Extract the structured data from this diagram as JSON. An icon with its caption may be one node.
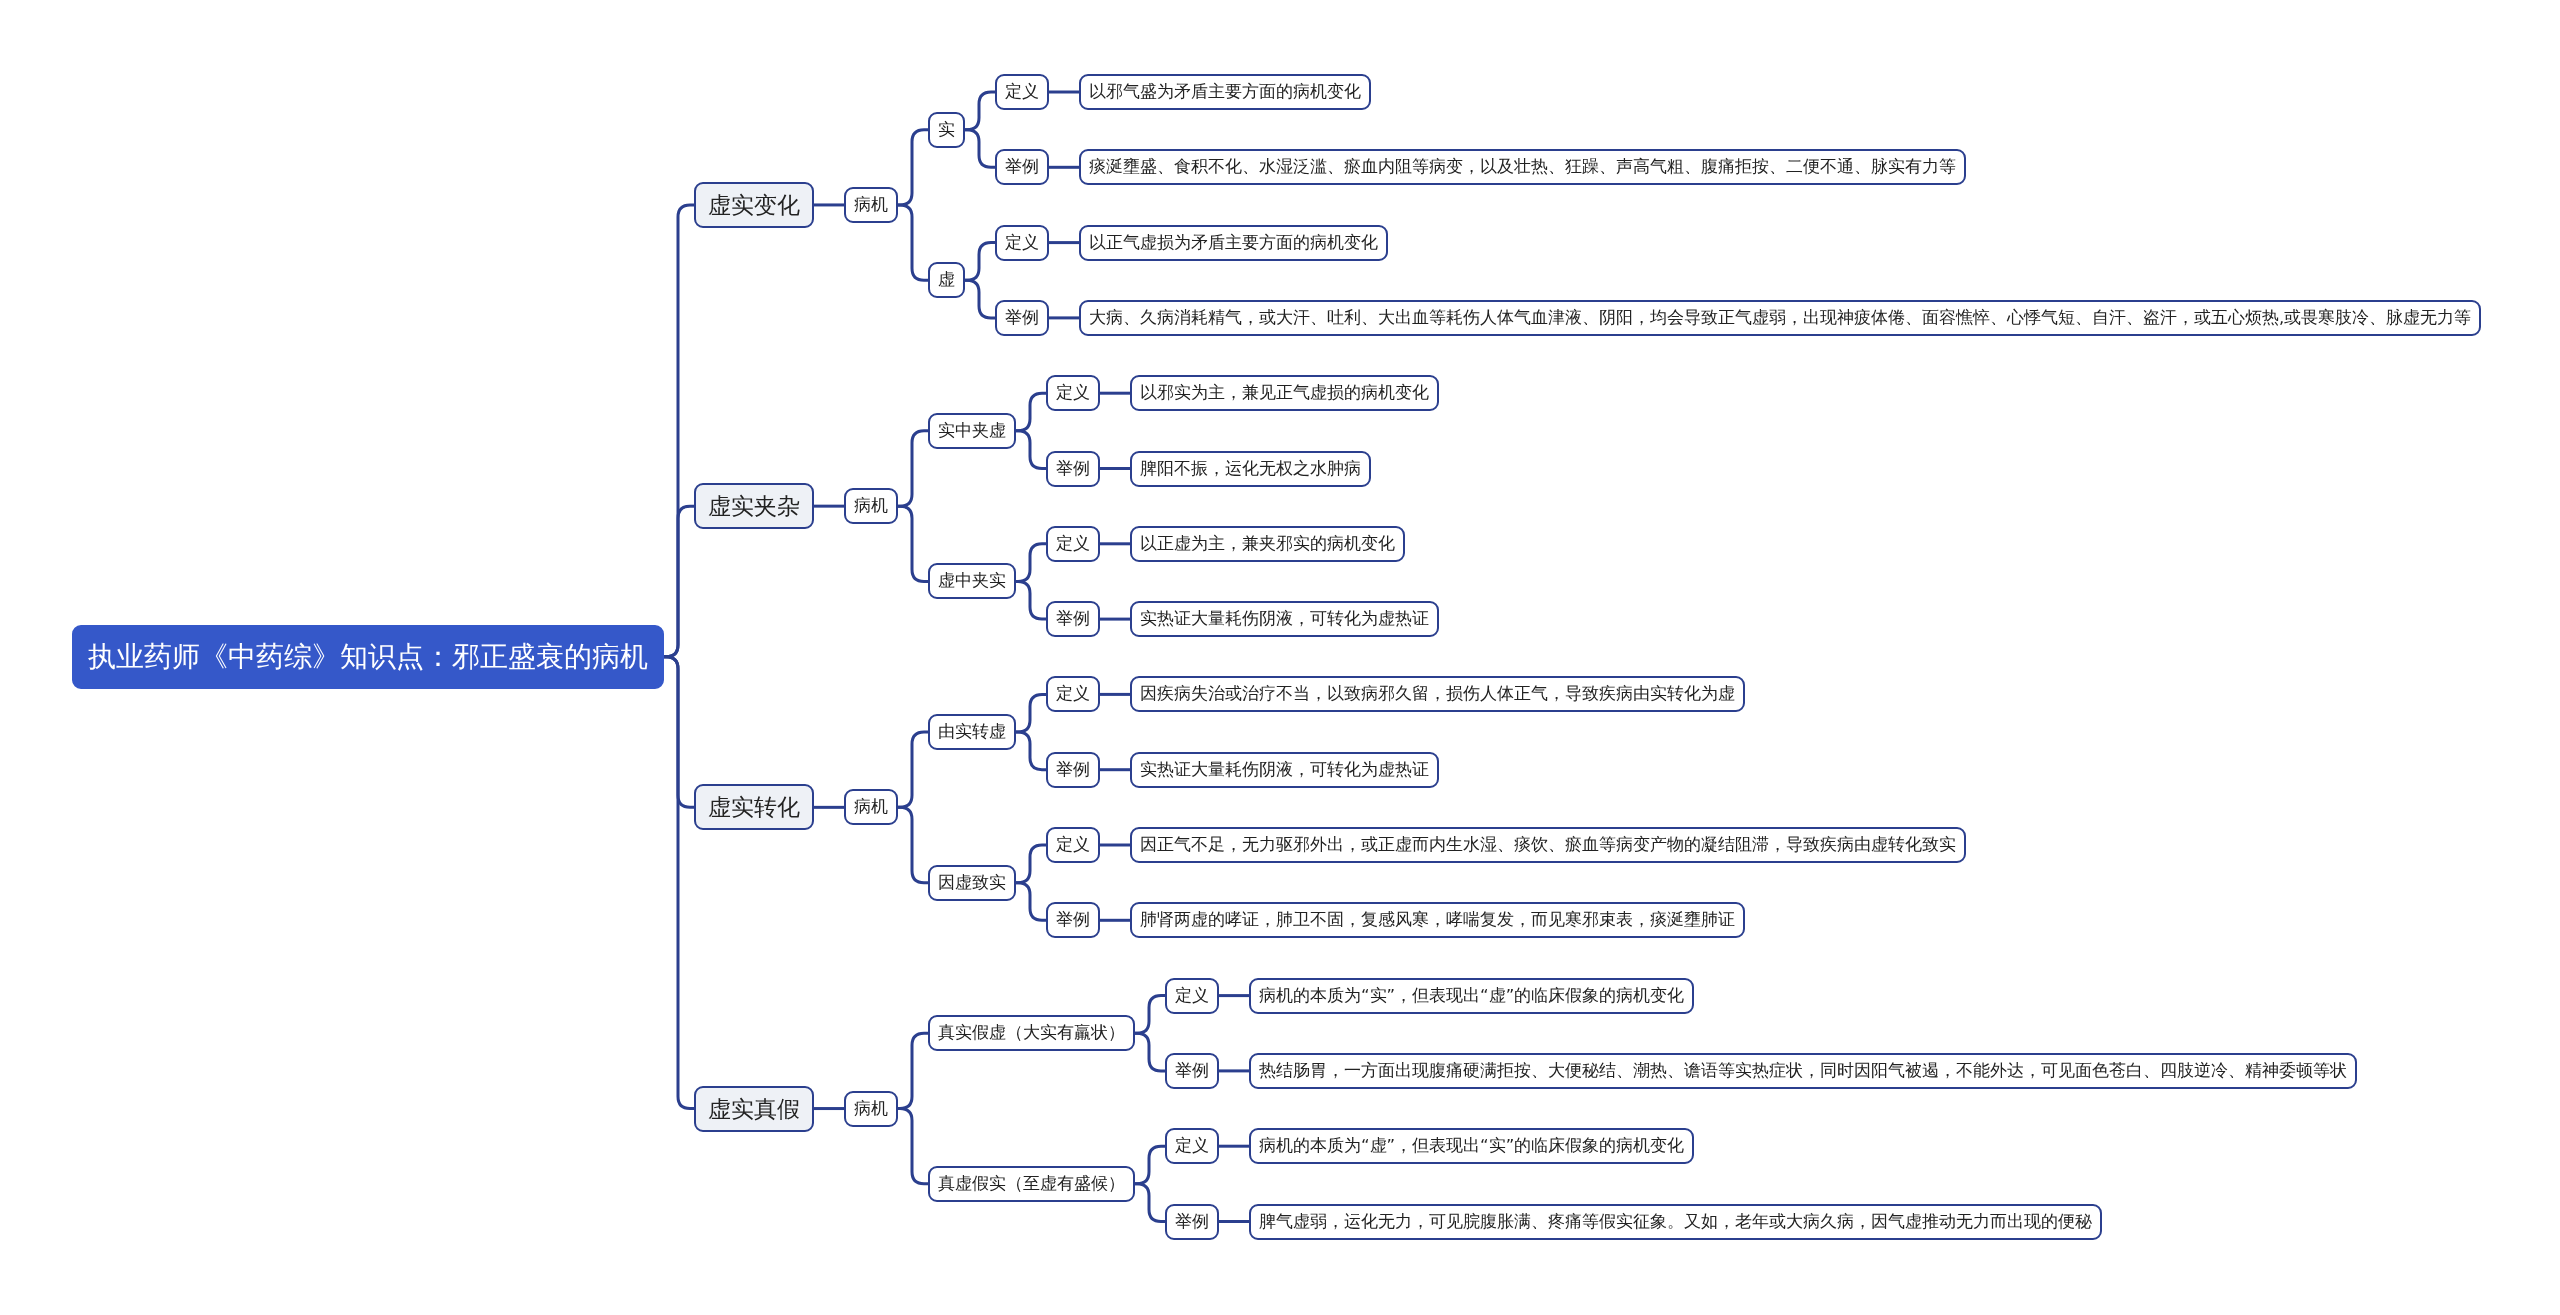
{
  "diagram": {
    "nodes": [
      {
        "text": [
          "执业药师《中药综》知识点：邪正盛衰的病机"
        ]
      },
      {
        "text": [
          "虚实变化"
        ]
      },
      {
        "text": [
          "病机"
        ]
      },
      {
        "text": [
          "实"
        ]
      },
      {
        "text": [
          "定义"
        ]
      },
      {
        "text": [
          "以邪气盛为矛盾主要方面的病机变化"
        ]
      },
      {
        "text": [
          "举例"
        ]
      },
      {
        "text": [
          "痰涎壅盛、食积不化、水湿泛滥、瘀血内阻等病变，以及壮热、狂躁、声高气粗、腹痛拒按、二便不通、脉实有力等"
        ]
      },
      {
        "text": [
          "虚"
        ]
      },
      {
        "text": [
          "定义"
        ]
      },
      {
        "text": [
          "以正气虚损为矛盾主要方面的病机变化"
        ]
      },
      {
        "text": [
          "举例"
        ]
      },
      {
        "text": [
          "大病、久病消耗精气，或大汗、吐利、大出血等耗伤人体气血津液、阴阳，均会导致正气虚弱，出现神疲体倦、面容憔悴、心悸气短、自汗、盗汗，或五心烦热,或畏寒肢冷、脉虚无力等"
        ]
      },
      {
        "text": [
          "虚实夹杂"
        ]
      },
      {
        "text": [
          "病机"
        ]
      },
      {
        "text": [
          "实中夹虚"
        ]
      },
      {
        "text": [
          "定义"
        ]
      },
      {
        "text": [
          "以邪实为主，兼见正气虚损的病机变化"
        ]
      },
      {
        "text": [
          "举例"
        ]
      },
      {
        "text": [
          "脾阳不振，运化无权之水肿病"
        ]
      },
      {
        "text": [
          "虚中夹实"
        ]
      },
      {
        "text": [
          "定义"
        ]
      },
      {
        "text": [
          "以正虚为主，兼夹邪实的病机变化"
        ]
      },
      {
        "text": [
          "举例"
        ]
      },
      {
        "text": [
          "实热证大量耗伤阴液，可转化为虚热证"
        ]
      },
      {
        "text": [
          "虚实转化"
        ]
      },
      {
        "text": [
          "病机"
        ]
      },
      {
        "text": [
          "由实转虚"
        ]
      },
      {
        "text": [
          "定义"
        ]
      },
      {
        "text": [
          "因疾病失治或治疗不当，以致病邪久留，损伤人体正气，导致疾病由实转化为虚"
        ]
      },
      {
        "text": [
          "举例"
        ]
      },
      {
        "text": [
          "实热证大量耗伤阴液，可转化为虚热证"
        ]
      },
      {
        "text": [
          "因虚致实"
        ]
      },
      {
        "text": [
          "定义"
        ]
      },
      {
        "text": [
          "因正气不足，无力驱邪外出，或正虚而内生水湿、痰饮、瘀血等病变产物的凝结阻滞，导致疾病由虚转化致实"
        ]
      },
      {
        "text": [
          "举例"
        ]
      },
      {
        "text": [
          "肺肾两虚的哮证，肺卫不固，复感风寒，哮喘复发，而见寒邪束表，痰涎壅肺证"
        ]
      },
      {
        "text": [
          "虚实真假"
        ]
      },
      {
        "text": [
          "病机"
        ]
      },
      {
        "text": [
          "真实假虚（大实有羸状）"
        ]
      },
      {
        "text": [
          "定义"
        ]
      },
      {
        "text": [
          "病机的本质为“实”，但表现出“虚”的临床假象的病机变化"
        ]
      },
      {
        "text": [
          "举例"
        ]
      },
      {
        "text": [
          "热结肠胃，一方面出现腹痛硬满拒按、大便秘结、潮热、谵语等实热症状，同时因阳气被遏，不能外达，可见面色苍白、四肢逆冷、精神委顿等状"
        ]
      },
      {
        "text": [
          "真虚假实（至虚有盛候）"
        ]
      },
      {
        "text": [
          "定义"
        ]
      },
      {
        "text": [
          "病机的本质为“虚”，但表现出“实”的临床假象的病机变化"
        ]
      },
      {
        "text": [
          "举例"
        ]
      },
      {
        "text": [
          "脾气虚弱，运化无力，可见脘腹胀满、疼痛等假实征象。又如，老年或大病久病，因气虚推动无力而出现的便秘"
        ]
      }
    ],
    "edges": [
      {
        "from": 0,
        "to": 1,
        "arrow": "none"
      },
      {
        "from": 1,
        "to": 2,
        "arrow": "none"
      },
      {
        "from": 2,
        "to": 3,
        "arrow": "none"
      },
      {
        "from": 3,
        "to": 4,
        "arrow": "none"
      },
      {
        "from": 4,
        "to": 5,
        "arrow": "none"
      },
      {
        "from": 3,
        "to": 6,
        "arrow": "none"
      },
      {
        "from": 6,
        "to": 7,
        "arrow": "none"
      },
      {
        "from": 2,
        "to": 8,
        "arrow": "none"
      },
      {
        "from": 8,
        "to": 9,
        "arrow": "none"
      },
      {
        "from": 9,
        "to": 10,
        "arrow": "none"
      },
      {
        "from": 8,
        "to": 11,
        "arrow": "none"
      },
      {
        "from": 11,
        "to": 12,
        "arrow": "none"
      },
      {
        "from": 0,
        "to": 13,
        "arrow": "none"
      },
      {
        "from": 13,
        "to": 14,
        "arrow": "none"
      },
      {
        "from": 14,
        "to": 15,
        "arrow": "none"
      },
      {
        "from": 15,
        "to": 16,
        "arrow": "none"
      },
      {
        "from": 16,
        "to": 17,
        "arrow": "none"
      },
      {
        "from": 15,
        "to": 18,
        "arrow": "none"
      },
      {
        "from": 18,
        "to": 19,
        "arrow": "none"
      },
      {
        "from": 14,
        "to": 20,
        "arrow": "none"
      },
      {
        "from": 20,
        "to": 21,
        "arrow": "none"
      },
      {
        "from": 21,
        "to": 22,
        "arrow": "none"
      },
      {
        "from": 20,
        "to": 23,
        "arrow": "none"
      },
      {
        "from": 23,
        "to": 24,
        "arrow": "none"
      },
      {
        "from": 0,
        "to": 25,
        "arrow": "none"
      },
      {
        "from": 25,
        "to": 26,
        "arrow": "none"
      },
      {
        "from": 26,
        "to": 27,
        "arrow": "none"
      },
      {
        "from": 27,
        "to": 28,
        "arrow": "none"
      },
      {
        "from": 28,
        "to": 29,
        "arrow": "none"
      },
      {
        "from": 27,
        "to": 30,
        "arrow": "none"
      },
      {
        "from": 30,
        "to": 31,
        "arrow": "none"
      },
      {
        "from": 26,
        "to": 32,
        "arrow": "none"
      },
      {
        "from": 32,
        "to": 33,
        "arrow": "none"
      },
      {
        "from": 33,
        "to": 34,
        "arrow": "none"
      },
      {
        "from": 32,
        "to": 35,
        "arrow": "none"
      },
      {
        "from": 35,
        "to": 36,
        "arrow": "none"
      },
      {
        "from": 0,
        "to": 37,
        "arrow": "none"
      },
      {
        "from": 37,
        "to": 38,
        "arrow": "none"
      },
      {
        "from": 38,
        "to": 39,
        "arrow": "none"
      },
      {
        "from": 39,
        "to": 40,
        "arrow": "none"
      },
      {
        "from": 40,
        "to": 41,
        "arrow": "none"
      },
      {
        "from": 39,
        "to": 42,
        "arrow": "none"
      },
      {
        "from": 42,
        "to": 43,
        "arrow": "none"
      },
      {
        "from": 38,
        "to": 44,
        "arrow": "none"
      },
      {
        "from": 44,
        "to": 45,
        "arrow": "none"
      },
      {
        "from": 45,
        "to": 46,
        "arrow": "none"
      },
      {
        "from": 44,
        "to": 47,
        "arrow": "none"
      },
      {
        "from": 47,
        "to": 48,
        "arrow": "none"
      }
    ]
  }
}
